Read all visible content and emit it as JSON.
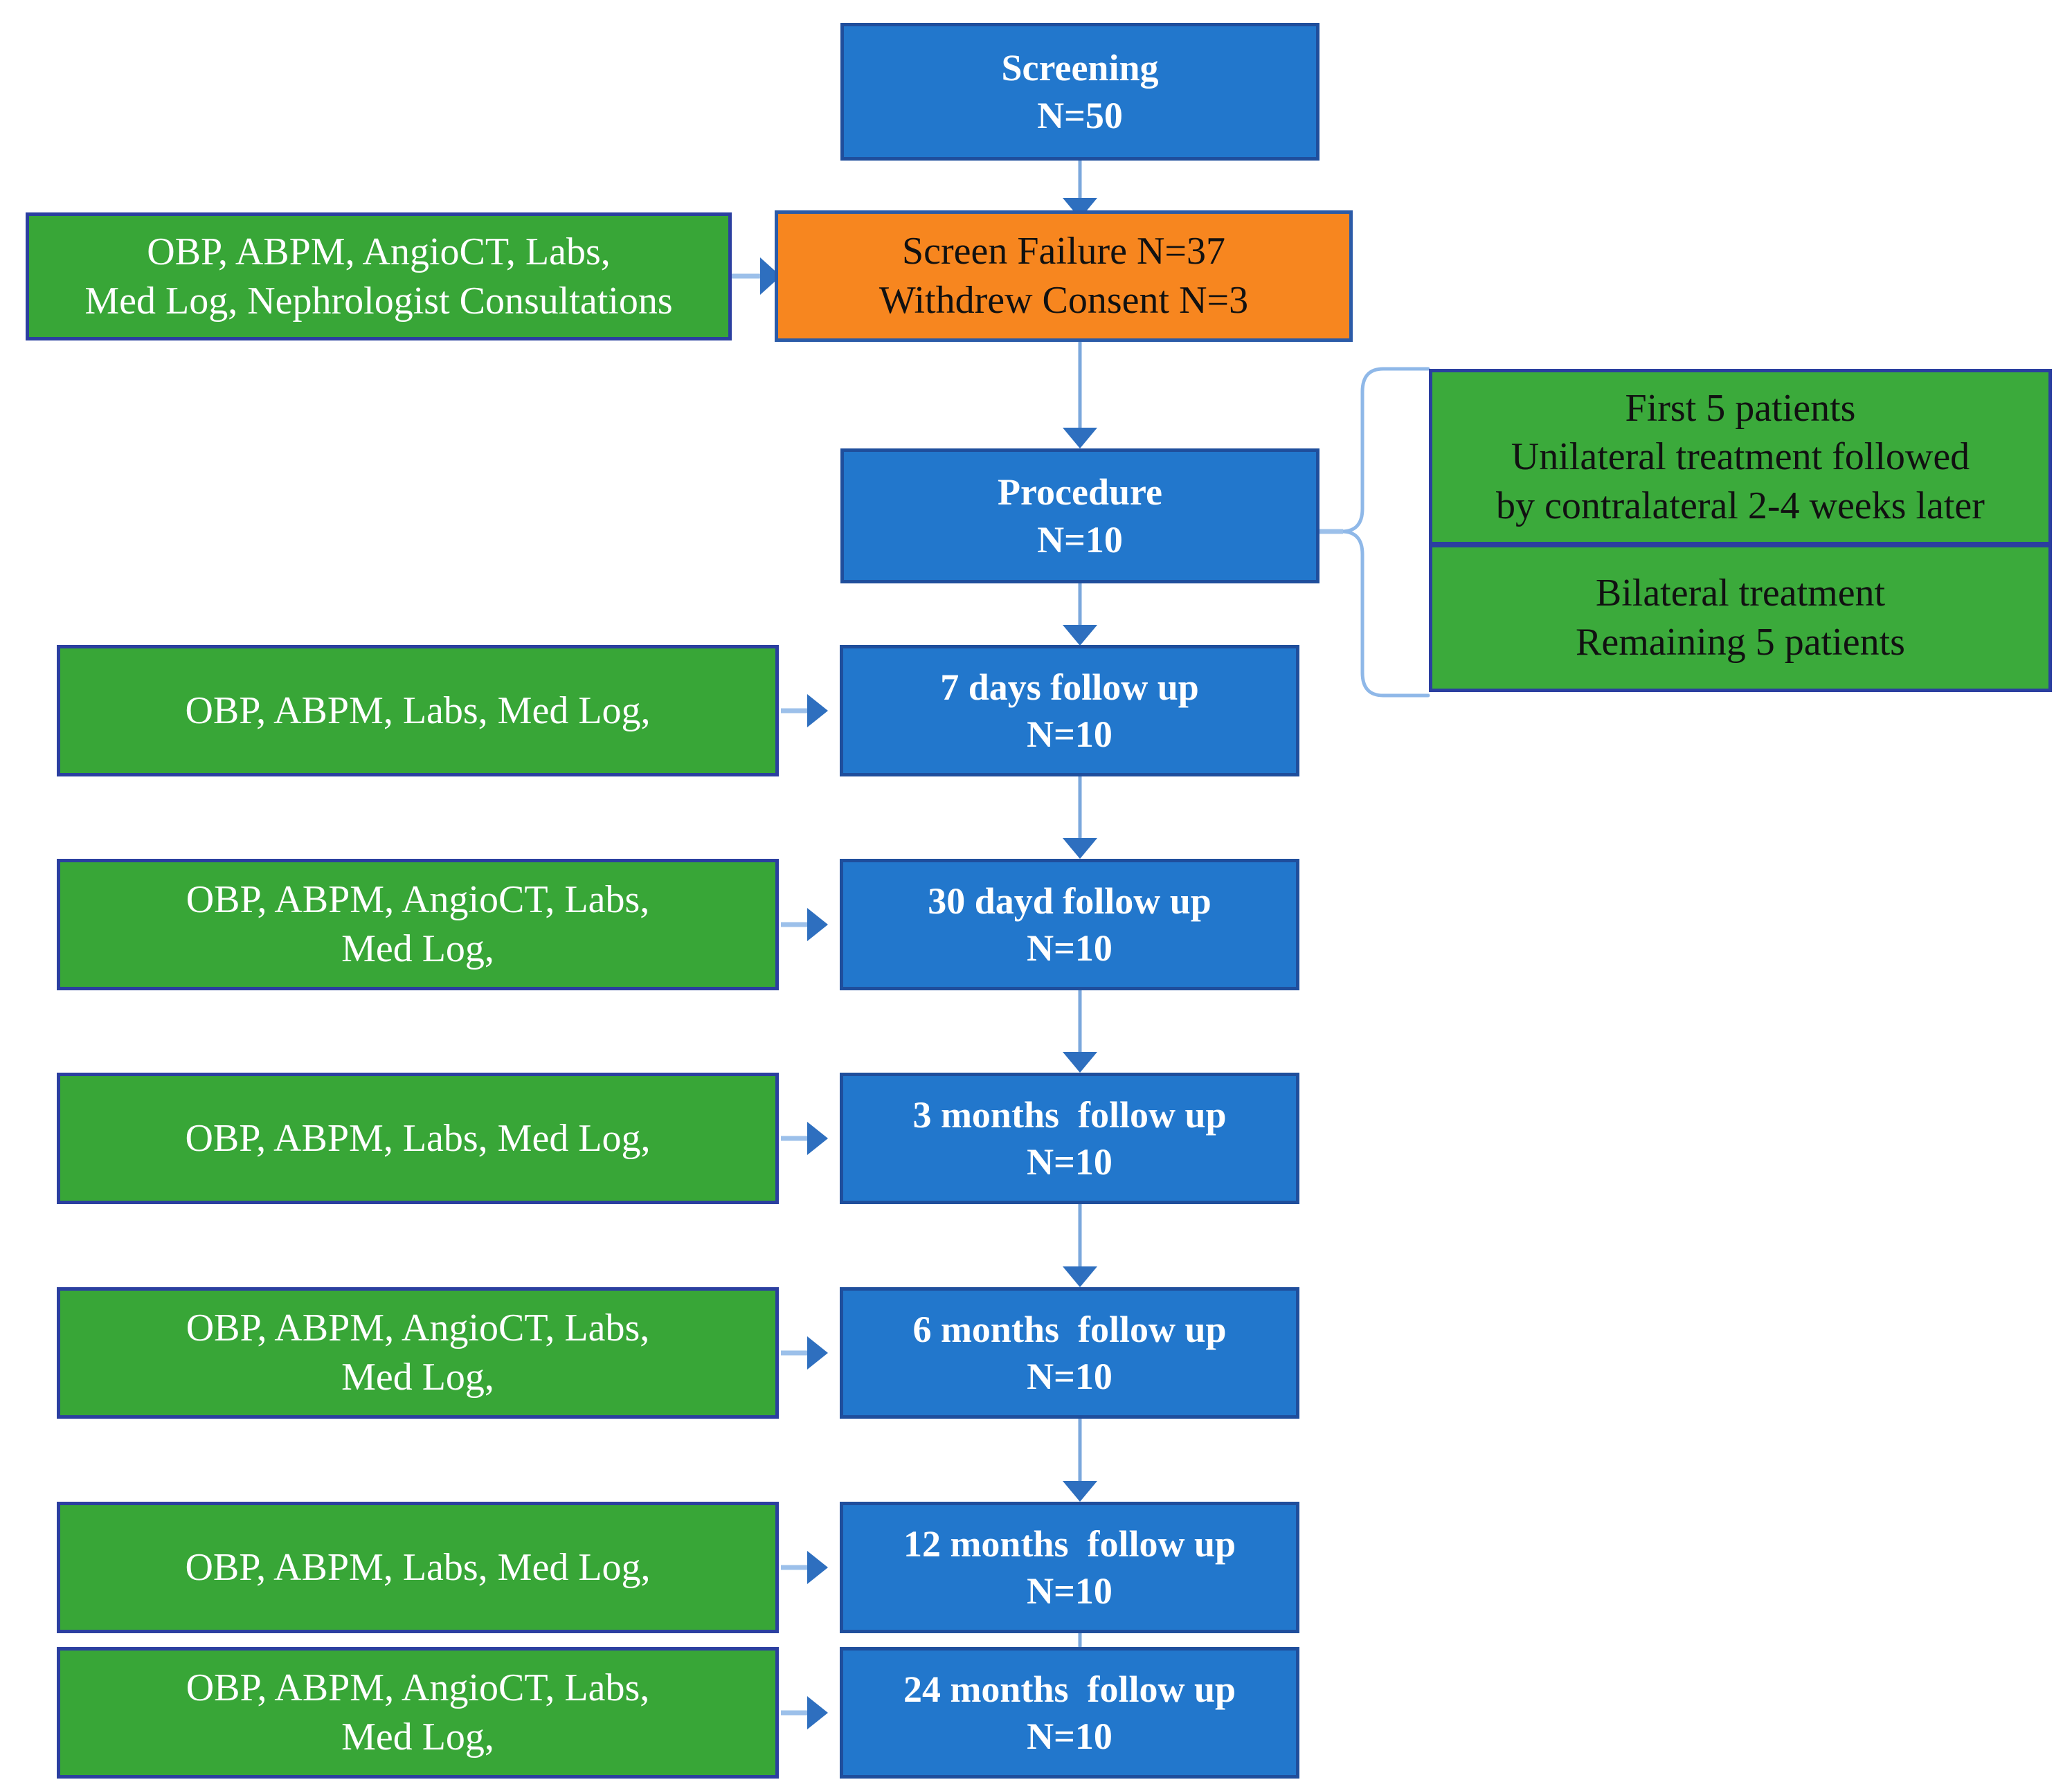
{
  "diagram": {
    "title": "Clinical trial patient flow diagram",
    "colors": {
      "blue_fill": "#2277CC",
      "blue_border": "#1F4E9C",
      "orange_fill": "#F7861F",
      "green_fill": "#38A637",
      "green_border": "#2B3FA0",
      "connector": "#7BA7DC",
      "arrow": "#2E6FBF"
    }
  },
  "nodes": {
    "screening": "Screening\nN=50",
    "screen_failure": "Screen Failure N=37\nWithdrew Consent N=3",
    "screening_assessments": "OBP, ABPM, AngioCT, Labs,\nMed Log, Nephrologist Consultations",
    "procedure": "Procedure\nN=10",
    "arm_unilateral": "First 5 patients\nUnilateral treatment followed\nby contralateral 2-4 weeks later",
    "arm_bilateral": "Bilateral treatment\nRemaining 5 patients"
  },
  "followups": [
    {
      "assessments": "OBP, ABPM, Labs, Med Log,",
      "visit": "7 days follow up\nN=10"
    },
    {
      "assessments": "OBP, ABPM, AngioCT, Labs,\nMed Log,",
      "visit": "30 dayd follow up\nN=10"
    },
    {
      "assessments": "OBP, ABPM, Labs, Med Log,",
      "visit": "3 months  follow up\nN=10"
    },
    {
      "assessments": "OBP, ABPM, AngioCT, Labs,\nMed Log,",
      "visit": "6 months  follow up\nN=10"
    },
    {
      "assessments": "OBP, ABPM, Labs, Med Log,",
      "visit": "12 months  follow up\nN=10"
    },
    {
      "assessments": "OBP, ABPM, AngioCT, Labs,\nMed Log,",
      "visit": "24 months  follow up\nN=10"
    }
  ]
}
